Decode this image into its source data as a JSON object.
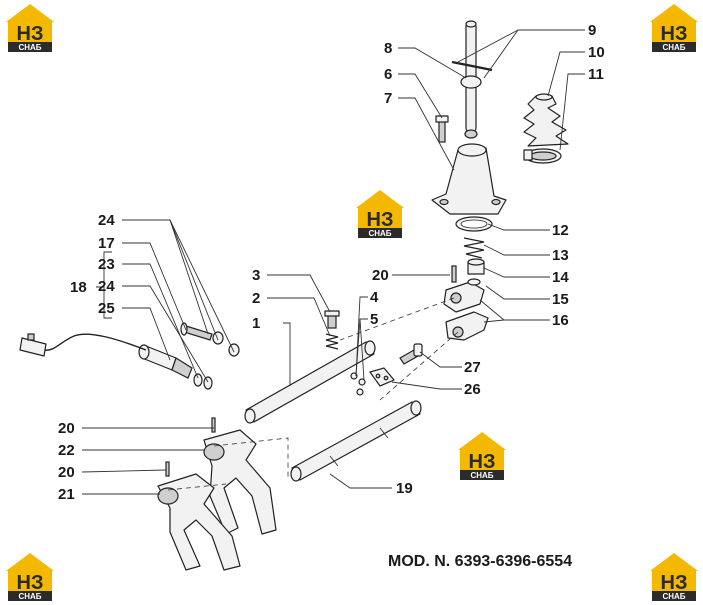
{
  "model_label": "MOD. N. 6393-6396-6554",
  "logo": {
    "letters": "НЗ",
    "caption": "СНАБ",
    "color_yellow": "#f5b800",
    "color_dark": "#2b2b2b"
  },
  "callouts": {
    "c1": "1",
    "c2": "2",
    "c3": "3",
    "c4": "4",
    "c5": "5",
    "c6": "6",
    "c7": "7",
    "c8": "8",
    "c9": "9",
    "c10": "10",
    "c11": "11",
    "c12": "12",
    "c13": "13",
    "c14": "14",
    "c15": "15",
    "c16": "16",
    "c17": "17",
    "c18": "18",
    "c19": "19",
    "c20a": "20",
    "c20b": "20",
    "c20c": "20",
    "c21": "21",
    "c22": "22",
    "c23": "23",
    "c24a": "24",
    "c24b": "24",
    "c25": "25",
    "c26": "26",
    "c27": "27"
  }
}
